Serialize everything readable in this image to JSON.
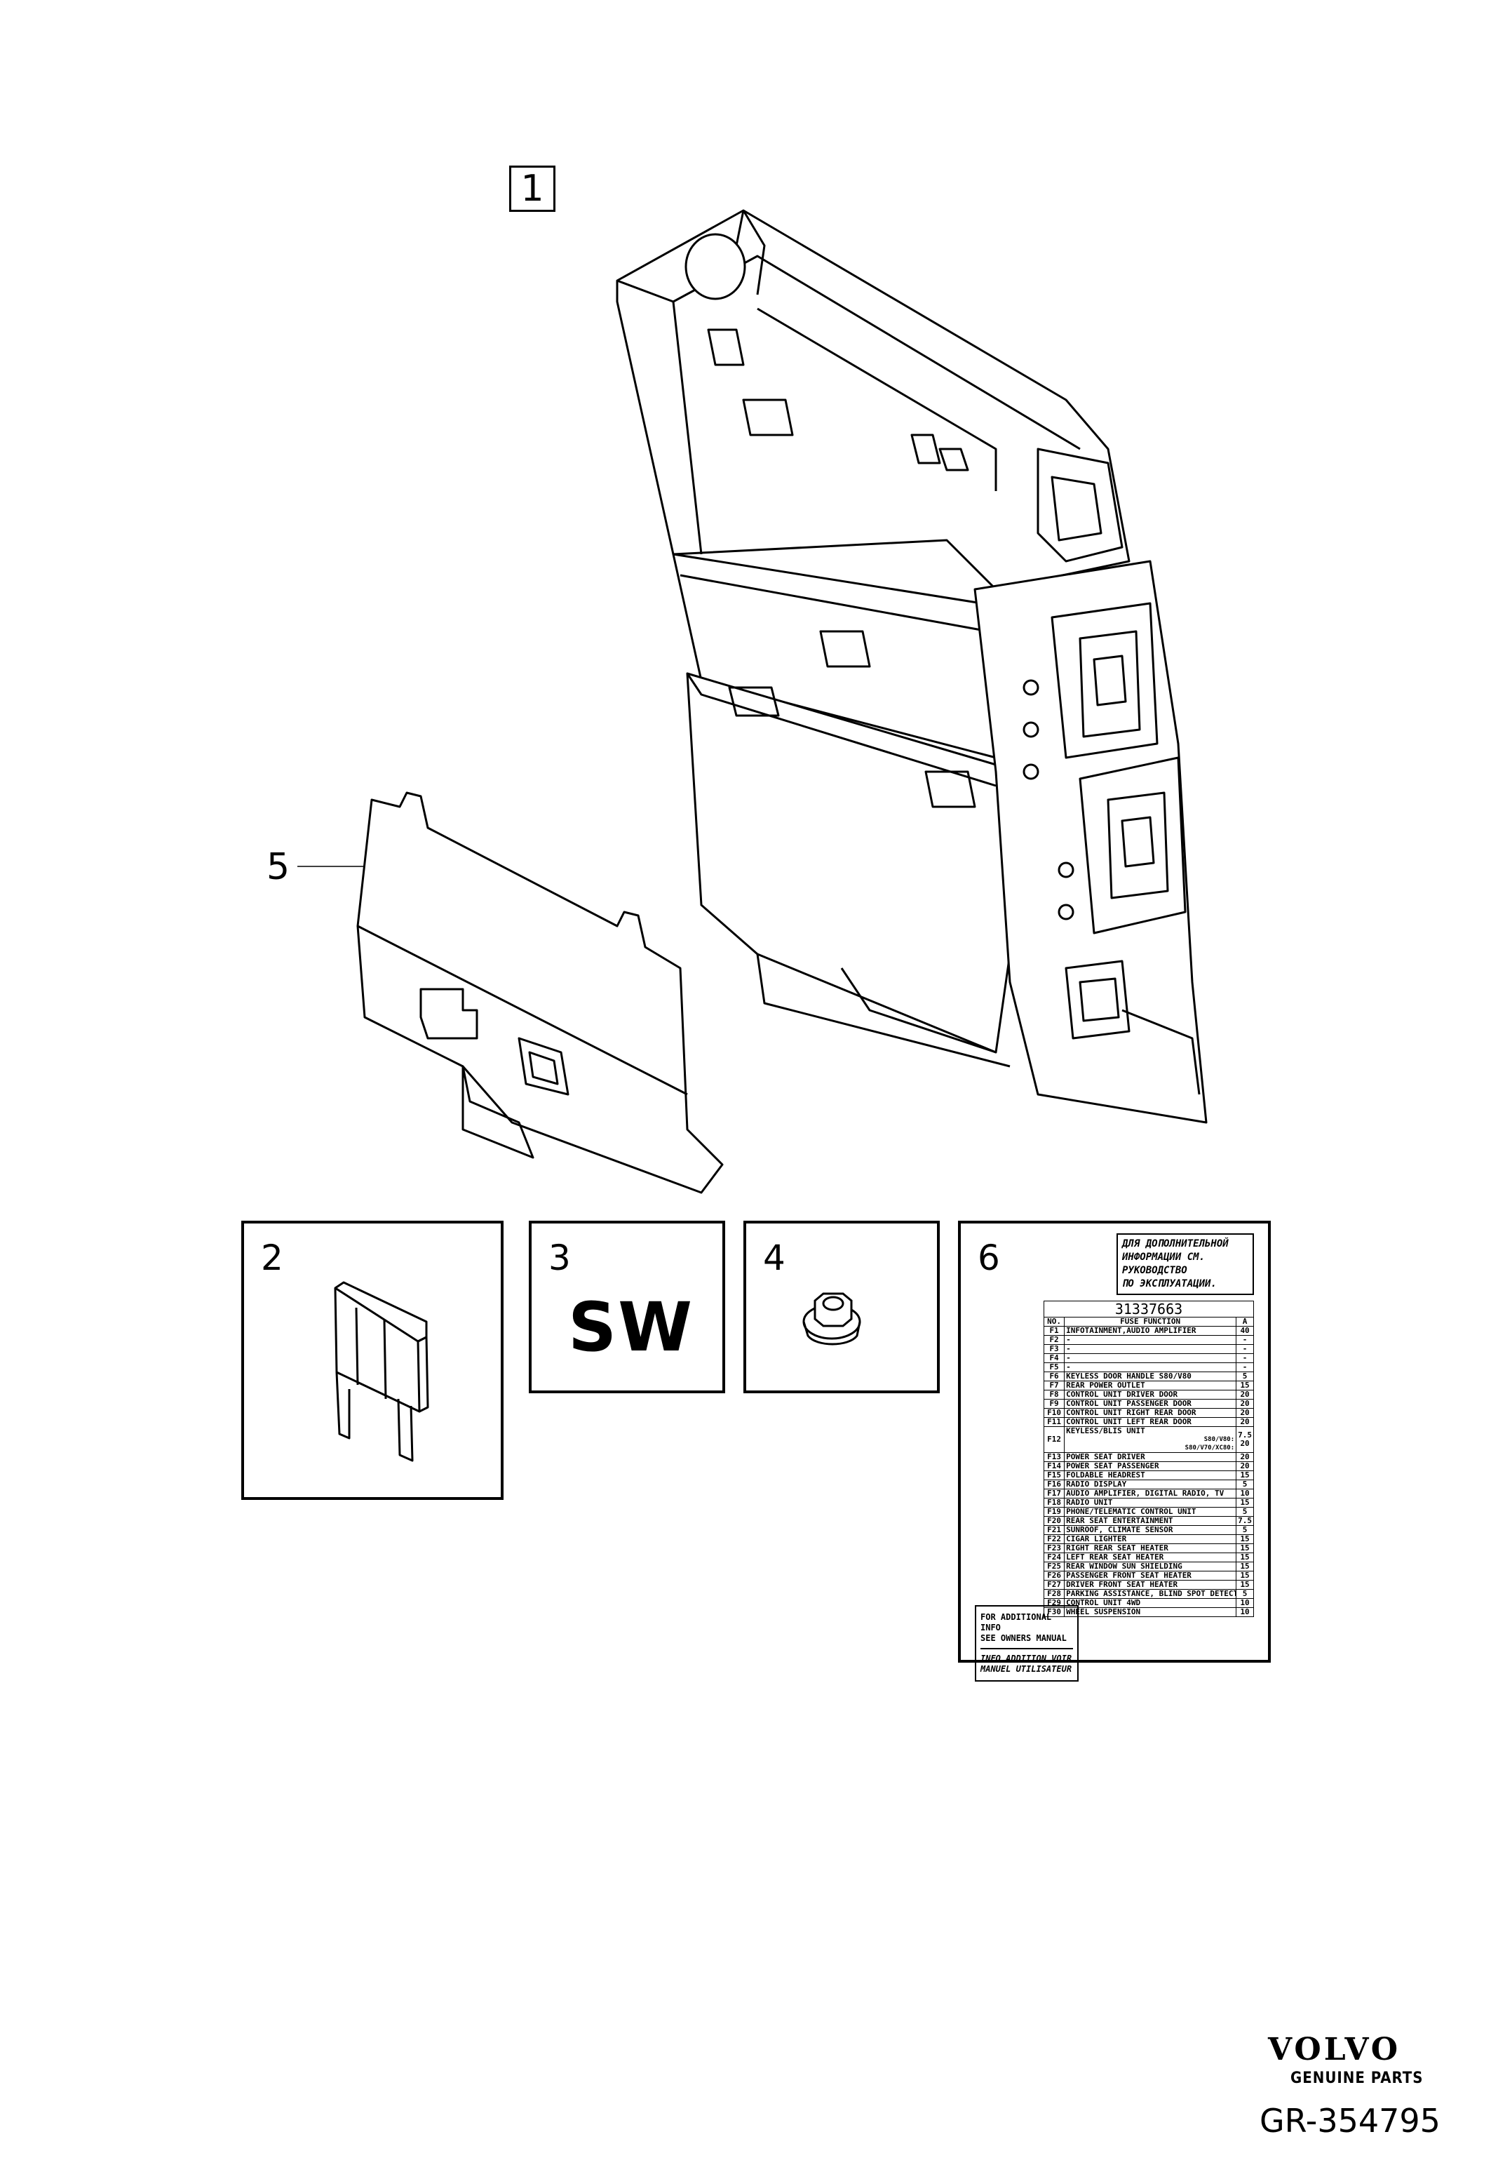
{
  "callouts": {
    "main": "1",
    "cover": "5"
  },
  "panels": [
    {
      "number": "2",
      "content": "fuse"
    },
    {
      "number": "3",
      "content": "SW"
    },
    {
      "number": "4",
      "content": "nut"
    },
    {
      "number": "6",
      "content": "label"
    }
  ],
  "label": {
    "note_ru": [
      "ДЛЯ ДОПОЛНИТЕЛЬНОЙ",
      "ИНФОРМАЦИИ СМ.",
      "РУКОВОДСТВО",
      "ПО ЭКСПЛУАТАЦИИ."
    ],
    "part_number": "31337663",
    "headers": [
      "NO.",
      "FUSE FUNCTION",
      "A"
    ],
    "rows": [
      {
        "no": "F1",
        "fn": "INFOTAINMENT,AUDIO AMPLIFIER",
        "a": "40"
      },
      {
        "no": "F2",
        "fn": "-",
        "a": "-"
      },
      {
        "no": "F3",
        "fn": "-",
        "a": "-"
      },
      {
        "no": "F4",
        "fn": "-",
        "a": "-"
      },
      {
        "no": "F5",
        "fn": "-",
        "a": "-"
      },
      {
        "no": "F6",
        "fn": "KEYLESS DOOR HANDLE S80/V80",
        "a": "5"
      },
      {
        "no": "F7",
        "fn": "REAR POWER OUTLET",
        "a": "15"
      },
      {
        "no": "F8",
        "fn": "CONTROL UNIT DRIVER DOOR",
        "a": "20"
      },
      {
        "no": "F9",
        "fn": "CONTROL UNIT PASSENGER DOOR",
        "a": "20"
      },
      {
        "no": "F10",
        "fn": "CONTROL UNIT RIGHT REAR DOOR",
        "a": "20"
      },
      {
        "no": "F11",
        "fn": "CONTROL UNIT LEFT REAR DOOR",
        "a": "20"
      },
      {
        "no": "F12",
        "fn": "KEYLESS/BLIS UNIT",
        "sub": [
          "S80/V80:",
          "S80/V70/XC80:"
        ],
        "a": "7.5",
        "a2": "20"
      },
      {
        "no": "F13",
        "fn": "POWER SEAT DRIVER",
        "a": "20"
      },
      {
        "no": "F14",
        "fn": "POWER SEAT PASSENGER",
        "a": "20"
      },
      {
        "no": "F15",
        "fn": "FOLDABLE HEADREST",
        "a": "15"
      },
      {
        "no": "F16",
        "fn": "RADIO DISPLAY",
        "a": "5"
      },
      {
        "no": "F17",
        "fn": "AUDIO AMPLIFIER, DIGITAL RADIO, TV",
        "a": "10"
      },
      {
        "no": "F18",
        "fn": "RADIO UNIT",
        "a": "15"
      },
      {
        "no": "F19",
        "fn": "PHONE/TELEMATIC CONTROL UNIT",
        "a": "5"
      },
      {
        "no": "F20",
        "fn": "REAR SEAT ENTERTAINMENT",
        "a": "7.5"
      },
      {
        "no": "F21",
        "fn": "SUNROOF, CLIMATE SENSOR",
        "a": "5"
      },
      {
        "no": "F22",
        "fn": "CIGAR LIGHTER",
        "a": "15"
      },
      {
        "no": "F23",
        "fn": "RIGHT REAR SEAT HEATER",
        "a": "15"
      },
      {
        "no": "F24",
        "fn": "LEFT REAR SEAT HEATER",
        "a": "15"
      },
      {
        "no": "F25",
        "fn": "REAR WINDOW SUN SHIELDING",
        "a": "15"
      },
      {
        "no": "F26",
        "fn": "PASSENGER FRONT SEAT HEATER",
        "a": "15"
      },
      {
        "no": "F27",
        "fn": "DRIVER FRONT SEAT HEATER",
        "a": "15"
      },
      {
        "no": "F28",
        "fn": "PARKING ASSISTANCE, BLIND SPOT DETECTION",
        "a": "5"
      },
      {
        "no": "F29",
        "fn": "CONTROL UNIT 4WD",
        "a": "10"
      },
      {
        "no": "F30",
        "fn": "WHEEL SUSPENSION",
        "a": "10"
      }
    ],
    "note_en": [
      "FOR ADDITIONAL INFO",
      "SEE OWNERS MANUAL"
    ],
    "note_fr": [
      "INFO ADDITION VOIR",
      "MANUEL UTILISATEUR"
    ]
  },
  "branding": {
    "logo": "VOLVO",
    "tagline": "GENUINE PARTS",
    "reference": "GR-354795"
  }
}
